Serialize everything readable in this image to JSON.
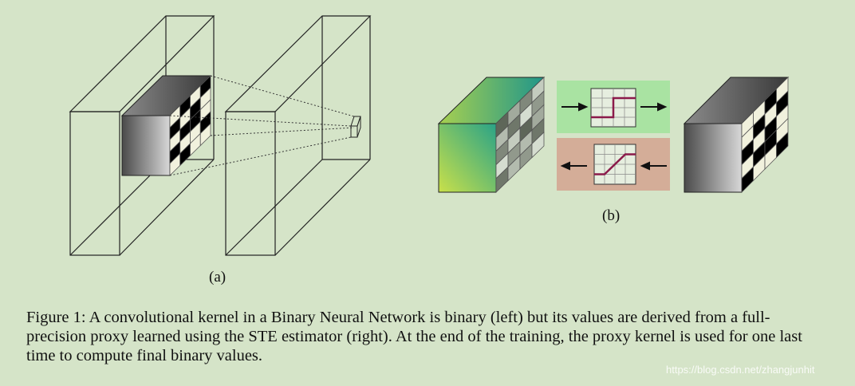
{
  "figure": {
    "sublabel_a": "(a)",
    "sublabel_b": "(b)"
  },
  "caption": {
    "text": "Figure 1: A convolutional kernel in a Binary Neural Network is binary (left) but its values are derived from a full-precision proxy learned using the STE estimator (right). At the end of the training, the proxy kernel is used for one last time to compute final binary values."
  },
  "watermark": "https://blog.csdn.net/zhangjunhit",
  "colors": {
    "background": "#d5e4c8",
    "forward_panel": "#a9e3a2",
    "backward_panel": "#d4ad98",
    "step_curve": "#8b1a4a",
    "grid": "#888888"
  },
  "binary_kernel_pattern": [
    [
      0,
      1,
      0,
      1
    ],
    [
      1,
      0,
      1,
      0
    ],
    [
      0,
      1,
      1,
      0
    ],
    [
      1,
      0,
      0,
      1
    ],
    [
      0,
      1,
      0,
      0
    ]
  ],
  "proxy_kernel_pattern": [
    [
      0.2,
      0.6,
      0.4,
      0.8
    ],
    [
      0.7,
      0.3,
      0.9,
      0.5
    ],
    [
      0.4,
      0.8,
      0.2,
      0.6
    ],
    [
      0.9,
      0.5,
      0.7,
      0.3
    ],
    [
      0.3,
      0.7,
      0.5,
      0.9
    ]
  ],
  "output_kernel_pattern": [
    [
      0,
      0,
      1,
      0
    ],
    [
      0,
      1,
      0,
      1
    ],
    [
      1,
      0,
      1,
      0
    ],
    [
      0,
      1,
      1,
      0
    ],
    [
      1,
      0,
      0,
      1
    ]
  ]
}
